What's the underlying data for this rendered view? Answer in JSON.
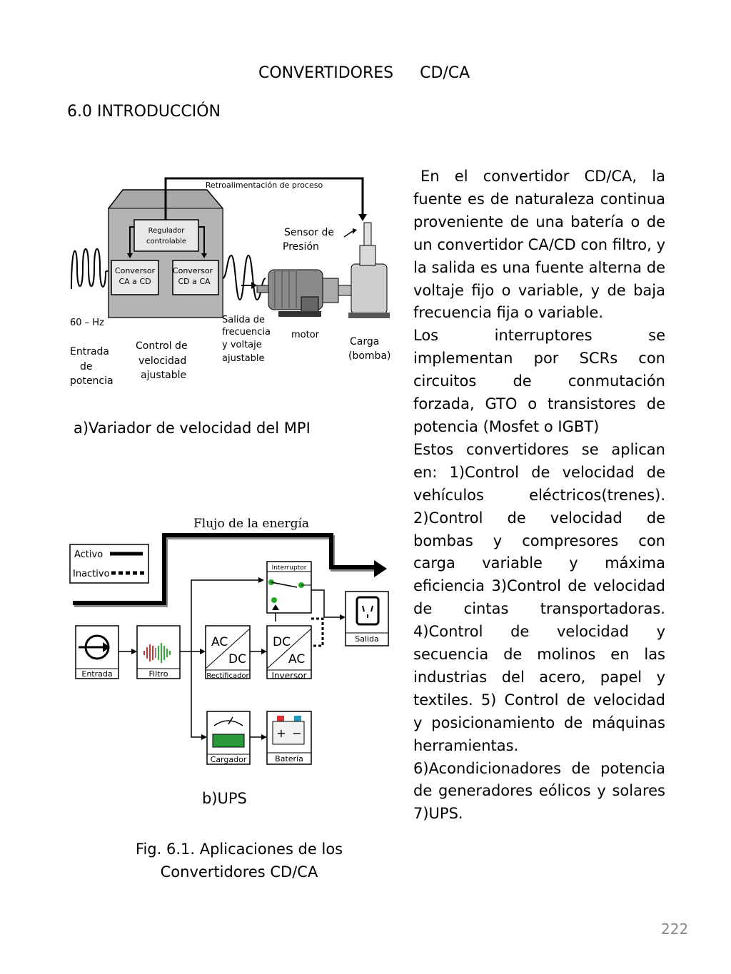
{
  "page": {
    "title": "CONVERTIDORES   CD/CA",
    "section": "6.0  INTRODUCCIÓN",
    "page_number": "222"
  },
  "body": {
    "paragraphs": [
      "En el convertidor CD/CA, la fuente es de naturaleza continua proveniente de una batería  o de un convertidor CA/CD con filtro, y la salida es una fuente alterna de voltaje fijo o variable, y de baja frecuencia fija o variable.",
      "Los interruptores se implementan por SCRs  con circuitos de conmutación forzada, GTO o  transistores de potencia (Mosfet o IGBT)",
      "Estos convertidores se aplican en: 1)Control de velocidad de vehículos eléctricos(trenes). 2)Control de velocidad de bombas y compresores con carga variable y máxima eficiencia 3)Control de velocidad de cintas transportadoras. 4)Control de velocidad y secuencia de molinos  en las industrias del acero, papel y textiles. 5) Control de velocidad y posicionamiento de máquinas herramientas.",
      "6)Acondicionadores de potencia de generadores eólicos y solares 7)UPS."
    ]
  },
  "figure_a": {
    "caption": "a)Variador de velocidad del  MPI",
    "feedback": "Retroalimentación de proceso",
    "regulator": [
      "Regulador",
      "controlable"
    ],
    "conv1": [
      "Conversor",
      "CA a CD"
    ],
    "conv2": [
      "Conversor",
      "CD a  CA"
    ],
    "sensor": [
      "Sensor de",
      "Presión"
    ],
    "freq": "60 – Hz",
    "input": [
      "Entrada",
      "de",
      "potencia"
    ],
    "control": [
      "Control de",
      "velocidad",
      "ajustable"
    ],
    "output": [
      "Salida  de",
      "frecuencia",
      "y voltaje",
      "ajustable"
    ],
    "motor": "motor",
    "load": [
      "Carga",
      "(bomba)"
    ]
  },
  "figure_b": {
    "caption": "b)UPS",
    "flow_title": "Flujo de la energía",
    "legend_active": "Activo",
    "legend_inactive": "Inactivo",
    "interruptor": "Interruptor",
    "salida": "Salida",
    "entrada": "Entrada",
    "filtro": "Filtro",
    "rectificador": "Rectificador",
    "inversor": "Inversor",
    "cargador": "Cargador",
    "bateria": "Batería",
    "ac": "AC",
    "dc": "DC"
  },
  "figure_caption": [
    "Fig. 6.1. Aplicaciones  de los",
    "Convertidores CD/CA"
  ]
}
